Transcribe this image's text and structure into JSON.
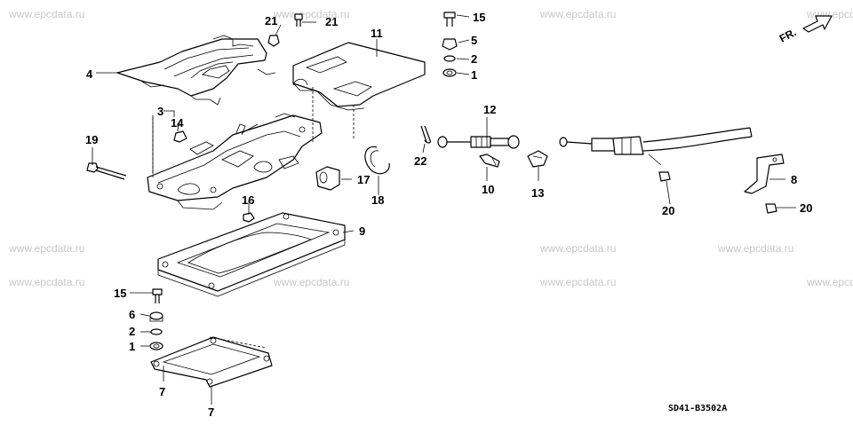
{
  "watermark": "www.epcdata.ru",
  "diagram_code": "SD41-B3502A",
  "direction_label": "FR.",
  "callouts": {
    "c1a": "1",
    "c1b": "1",
    "c2a": "2",
    "c2b": "2",
    "c3": "3",
    "c4": "4",
    "c5": "5",
    "c6": "6",
    "c7a": "7",
    "c7b": "7",
    "c8": "8",
    "c9": "9",
    "c10": "10",
    "c11": "11",
    "c12": "12",
    "c13": "13",
    "c14": "14",
    "c15a": "15",
    "c15b": "15",
    "c16": "16",
    "c17": "17",
    "c18": "18",
    "c19": "19",
    "c20a": "20",
    "c20b": "20",
    "c21a": "21",
    "c21b": "21",
    "c22": "22"
  }
}
